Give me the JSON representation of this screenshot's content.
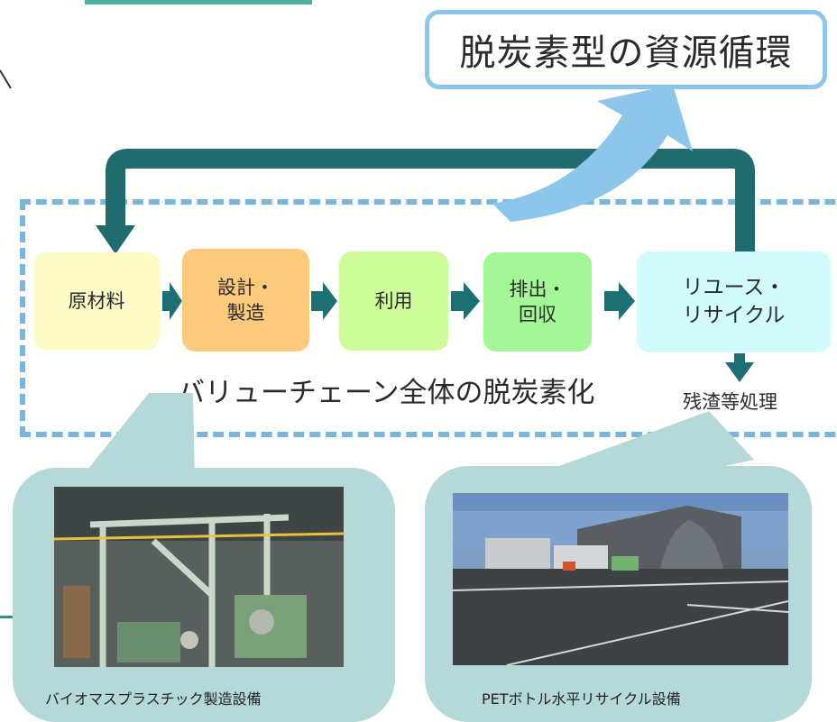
{
  "title": "脱炭素型の資源循環",
  "steps": [
    {
      "label": "原材料"
    },
    {
      "label": "設計・\n製造"
    },
    {
      "label": "利用"
    },
    {
      "label": "排出・\n回収"
    },
    {
      "label": "リユース・\nリサイクル"
    }
  ],
  "value_chain_label": "バリューチェーン全体の脱炭素化",
  "residue_label": "残渣等処理",
  "photos": [
    {
      "caption": "バイオマスプラスチック製造設備"
    },
    {
      "caption": "PETボトル水平リサイクル設備"
    }
  ],
  "colors": {
    "loop_arrow": "#1f6b6e",
    "flow_arrow": "#1d6f73",
    "sky_arrow": "#8cc6ea",
    "dashed_frame": "#79b6dd",
    "bubble": "#b5d8d8"
  }
}
